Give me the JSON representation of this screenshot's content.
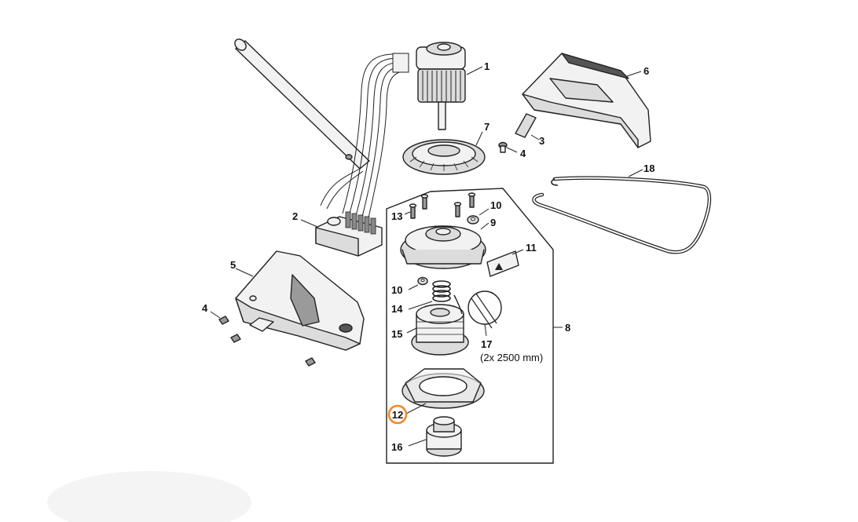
{
  "callouts": {
    "p1": "1",
    "p2": "2",
    "p3": "3",
    "p4a": "4",
    "p4b": "4",
    "p5": "5",
    "p6": "6",
    "p7": "7",
    "p8": "8",
    "p9": "9",
    "p10a": "10",
    "p10b": "10",
    "p11": "11",
    "p12": "12",
    "p13": "13",
    "p14": "14",
    "p15": "15",
    "p16": "16",
    "p17": "17",
    "p18": "18"
  },
  "notes": {
    "line_spec": "(2x 2500 mm)"
  },
  "highlight": {
    "part": "12",
    "color": "#f08a24"
  }
}
